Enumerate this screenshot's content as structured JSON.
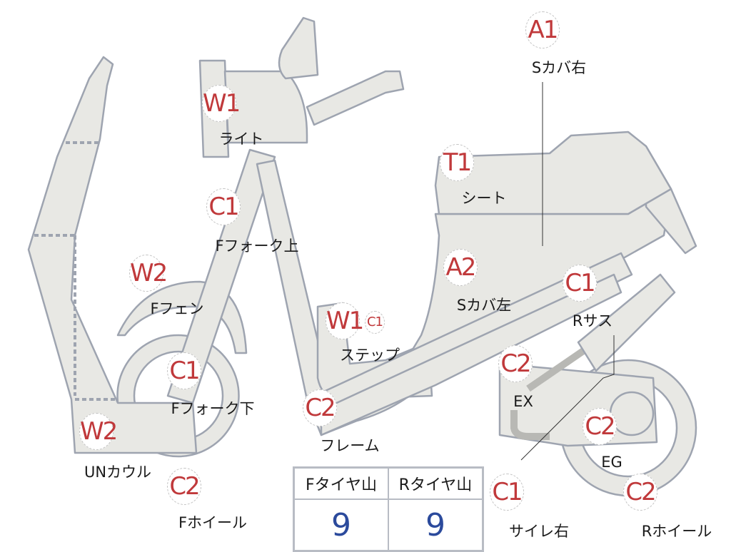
{
  "colors": {
    "part_fill": "#e8e8e4",
    "part_stroke": "#9ea4b0",
    "badge_text": "#c0393b",
    "value_text": "#2b4a9c"
  },
  "parts": [
    {
      "code": "A1",
      "label": "Sカバ右"
    },
    {
      "code": "W1",
      "label": "ライト"
    },
    {
      "code": "T1",
      "label": "シート"
    },
    {
      "code": "C1",
      "label": "Fフォーク上"
    },
    {
      "code": "W2",
      "label": "Fフェン"
    },
    {
      "code": "A2",
      "label": "Sカバ左"
    },
    {
      "code": "C1",
      "label": "Rサス"
    },
    {
      "code": "W1",
      "code2": "C1",
      "label": "ステップ"
    },
    {
      "code": "C2",
      "label": "EX"
    },
    {
      "code": "C1",
      "label": "Fフォーク下"
    },
    {
      "code": "C2",
      "label": "フレーム"
    },
    {
      "code": "W2",
      "label": "UNカウル"
    },
    {
      "code": "C2",
      "label": "EG"
    },
    {
      "code": "C2",
      "label": "Fホイール"
    },
    {
      "code": "C1",
      "label": "サイレ右"
    },
    {
      "code": "C2",
      "label": "Rホイール"
    }
  ],
  "tire_table": {
    "headers": [
      "Fタイヤ山",
      "Rタイヤ山"
    ],
    "values": [
      "9",
      "9"
    ]
  }
}
